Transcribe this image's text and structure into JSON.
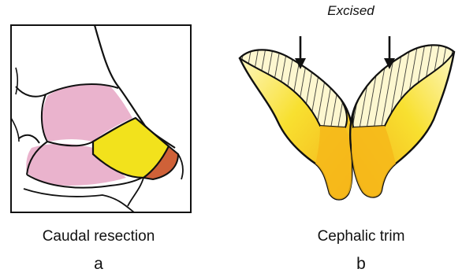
{
  "panel_a": {
    "caption": "Caudal resection",
    "letter": "a"
  },
  "panel_b": {
    "caption": "Cephalic trim",
    "letter": "b",
    "annotation": "Excised"
  },
  "colors": {
    "frame": "#111111",
    "septum_pink": "#eab3cd",
    "cartilage_yellow": "#f2e21c",
    "resected_tip": "#cf6138",
    "lateral_crura_orange": "#f6b91a",
    "lateral_crura_light": "#fbe65a",
    "excised_light": "#fdf8d4"
  },
  "icons": {
    "arrow": "down-arrow-icon"
  }
}
